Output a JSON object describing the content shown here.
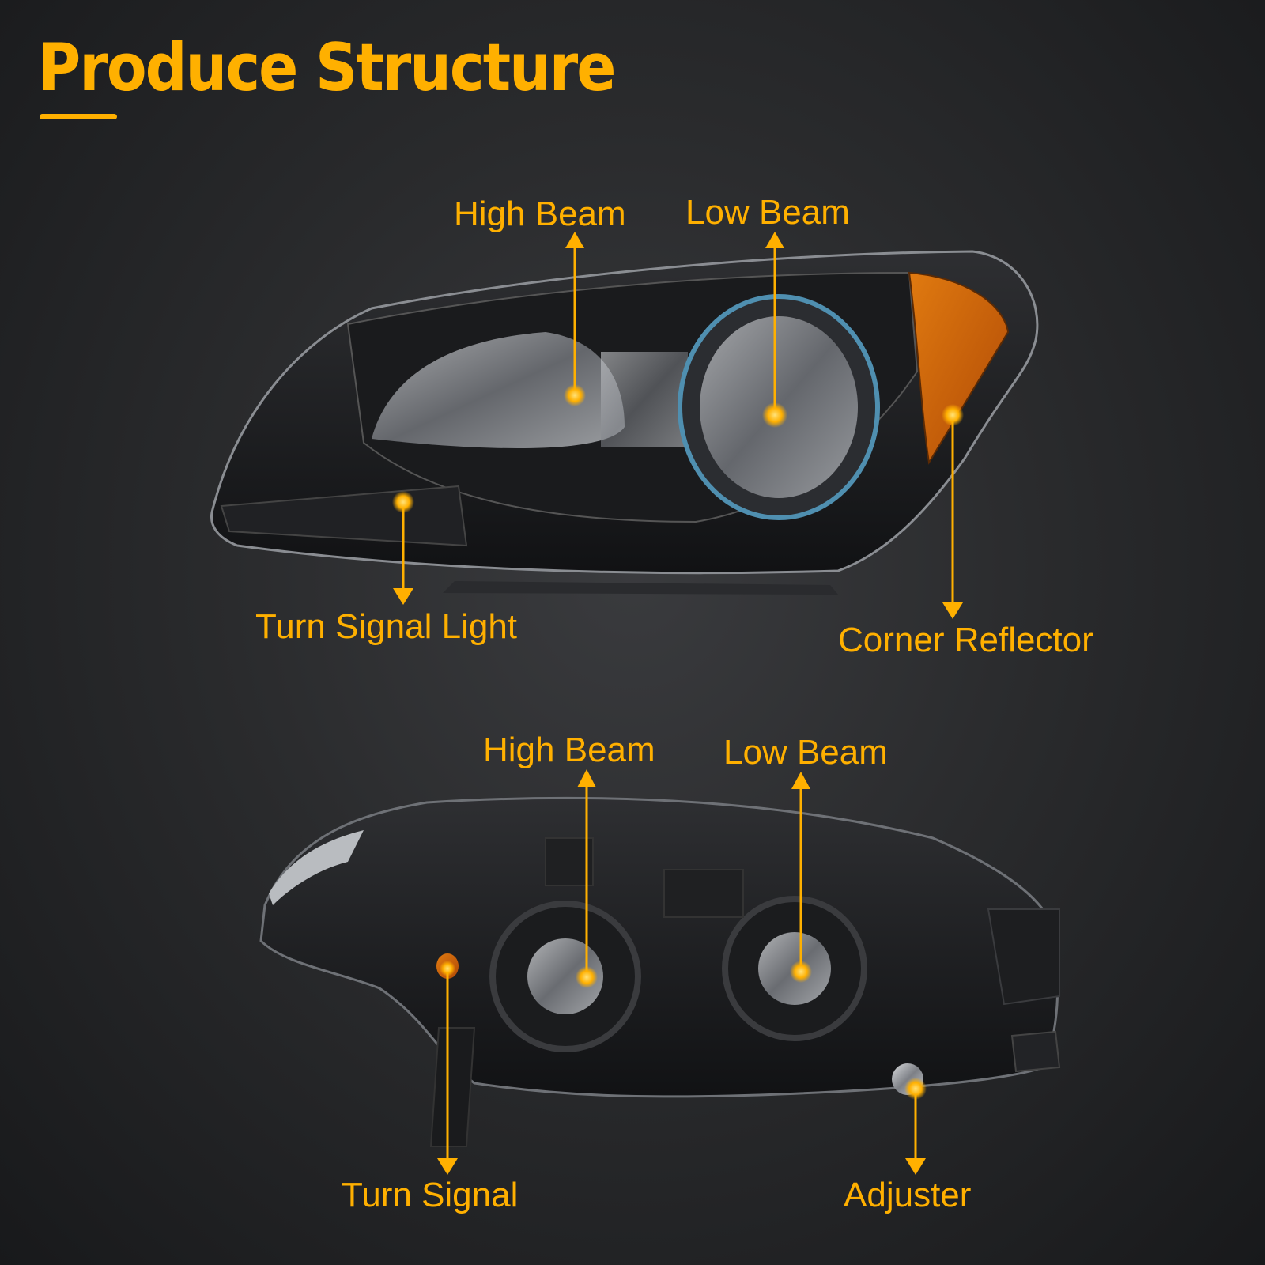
{
  "page": {
    "title": "Produce Structure",
    "accent_color": "#ffb000"
  },
  "front_view": {
    "high_beam": "High Beam",
    "low_beam": "Low Beam",
    "turn_signal_light": "Turn Signal Light",
    "corner_reflector": "Corner Reflector"
  },
  "rear_view": {
    "high_beam": "High Beam",
    "low_beam": "Low Beam",
    "turn_signal": "Turn Signal",
    "adjuster": "Adjuster"
  },
  "icons": [
    "front-headlight-image",
    "rear-headlight-image",
    "callout-arrow-icon",
    "callout-dot-icon"
  ]
}
